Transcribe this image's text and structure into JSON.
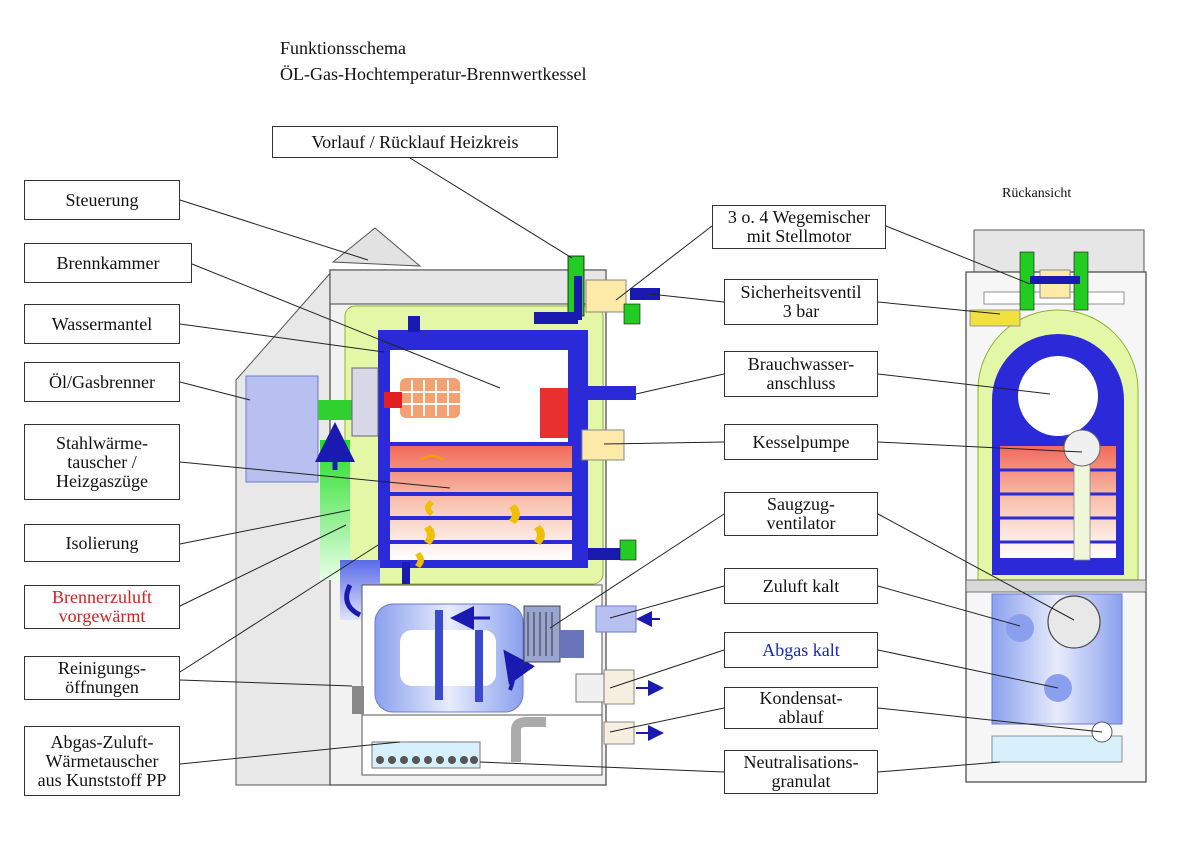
{
  "title": {
    "line1": "Funktionsschema",
    "line2": "ÖL-Gas-Hochtemperatur-Brennwertkessel"
  },
  "rear_view_caption": "Rückansicht",
  "labels": {
    "vorlauf": "Vorlauf / Rücklauf   Heizkreis",
    "steuerung": "Steuerung",
    "brennkammer": "Brennkammer",
    "wassermantel": "Wassermantel",
    "brenner": "Öl/Gasbrenner",
    "stahl": "Stahlwärme-\ntauscher /\nHeizgaszüge",
    "isolierung": "Isolierung",
    "brennerzuluft": "Brennerzuluft\nvorgewärmt",
    "reinigung": "Reinigungs-\nöffnungen",
    "abgaszuluft": "Abgas-Zuluft-\nWärmetauscher\naus Kunststoff PP",
    "wegemischer": "3 o. 4 Wegemischer\nmit Stellmotor",
    "sicherheit": "Sicherheitsventil\n3 bar",
    "brauchwasser": "Brauchwasser-\nanschluss",
    "kesselpumpe": "Kesselpumpe",
    "saugzug": "Saugzug-\nventilator",
    "zuluft": "Zuluft kalt",
    "abgas": "Abgas kalt",
    "kondensat": "Kondensat-\nablauf",
    "neutral": "Neutralisations-\ngranulat"
  },
  "colors": {
    "water_blue": "#2a2ad8",
    "insulation_green": "#dff5a0",
    "hot_red": "#f05050",
    "warm_pink": "#f8c0b0",
    "air_blue": "#b8c4f0",
    "casing_grey": "#e6e6e6",
    "pipe_green": "#22cc22",
    "label_red": "#d32020",
    "label_blue": "#1428b8"
  }
}
